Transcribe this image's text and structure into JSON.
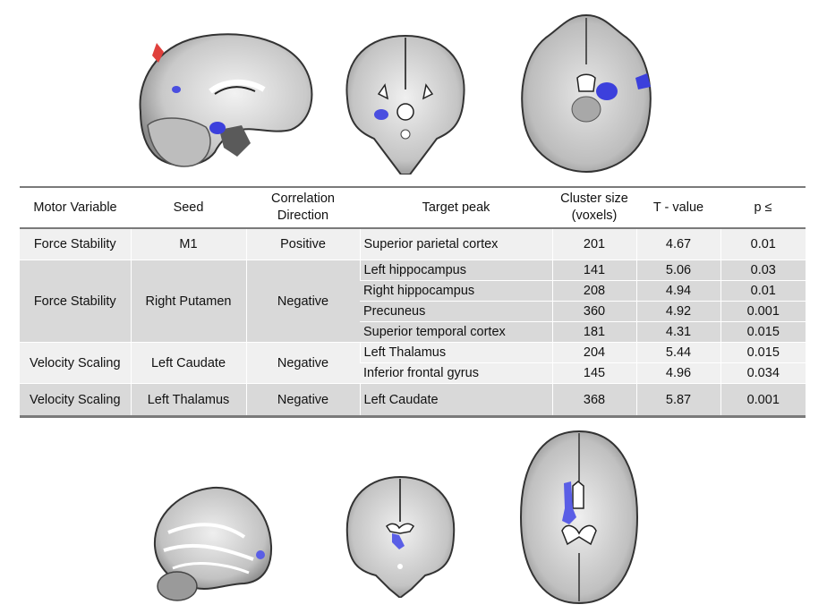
{
  "figure": {
    "top_panel": {
      "views": [
        "sagittal",
        "coronal",
        "axial"
      ],
      "overlay_colors": {
        "positive": "#e0403c",
        "negative": "#4a4ee0"
      }
    },
    "bottom_panel": {
      "views": [
        "sagittal",
        "coronal",
        "axial"
      ],
      "overlay_colors": {
        "negative": "#5a5ee6"
      }
    }
  },
  "table": {
    "headers": {
      "motor_variable": "Motor  Variable",
      "seed": "Seed",
      "correlation_direction": "Correlation Direction",
      "target_peak": "Target peak",
      "cluster_size": "Cluster size (voxels)",
      "t_value": "T - value",
      "p": "p ≤"
    },
    "groups": [
      {
        "motor_variable": "Force Stability",
        "seed": "M1",
        "direction": "Positive",
        "rows": [
          {
            "target": "Superior  parietal cortex",
            "cluster": "201",
            "t": "4.67",
            "p": "0.01"
          }
        ]
      },
      {
        "motor_variable": "Force Stability",
        "seed": "Right Putamen",
        "direction": "Negative",
        "rows": [
          {
            "target": "Left hippocampus",
            "cluster": "141",
            "t": "5.06",
            "p": "0.03"
          },
          {
            "target": "Right hippocampus",
            "cluster": "208",
            "t": "4.94",
            "p": "0.01"
          },
          {
            "target": "Precuneus",
            "cluster": "360",
            "t": "4.92",
            "p": "0.001"
          },
          {
            "target": "Superior  temporal  cortex",
            "cluster": "181",
            "t": "4.31",
            "p": "0.015"
          }
        ]
      },
      {
        "motor_variable": "Velocity Scaling",
        "seed": "Left Caudate",
        "direction": "Negative",
        "rows": [
          {
            "target": "Left Thalamus",
            "cluster": "204",
            "t": "5.44",
            "p": "0.015"
          },
          {
            "target": "Inferior  frontal gyrus",
            "cluster": "145",
            "t": "4.96",
            "p": "0.034"
          }
        ]
      },
      {
        "motor_variable": "Velocity Scaling",
        "seed": "Left Thalamus",
        "direction": "Negative",
        "rows": [
          {
            "target": "Left Caudate",
            "cluster": "368",
            "t": "5.87",
            "p": "0.001"
          }
        ]
      }
    ]
  }
}
